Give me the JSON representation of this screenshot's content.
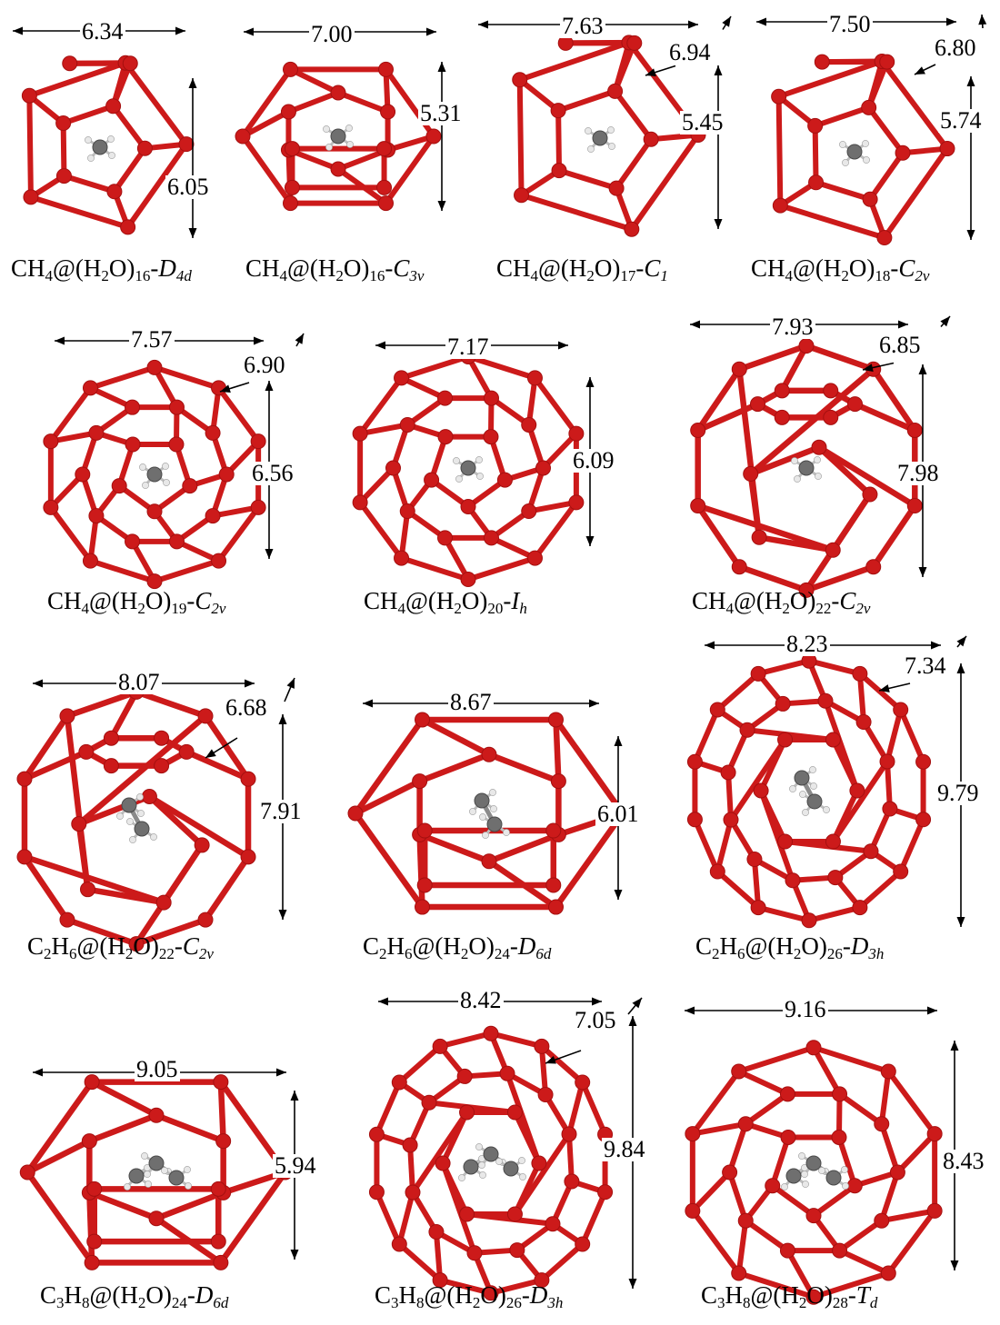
{
  "colors": {
    "cage": "#cc1a1a",
    "cage_dark": "#a50f0f",
    "carbon": "#6f6f6f",
    "hydrogen": "#e8e8e8",
    "arrow": "#000000"
  },
  "cages": [
    {
      "formula": [
        [
          "CH",
          ""
        ],
        [
          "4",
          "sub"
        ],
        [
          "@(H",
          ""
        ],
        [
          "2",
          "sub"
        ],
        [
          "O)",
          ""
        ],
        [
          "16",
          "sub"
        ],
        [
          "-",
          ""
        ],
        [
          "D",
          "i"
        ],
        [
          "4d",
          "isub"
        ]
      ],
      "width": "6.34",
      "height": "6.05",
      "depth": "",
      "guest": "CH4"
    },
    {
      "formula": [
        [
          "CH",
          ""
        ],
        [
          "4",
          "sub"
        ],
        [
          "@(H",
          ""
        ],
        [
          "2",
          "sub"
        ],
        [
          "O)",
          ""
        ],
        [
          "16",
          "sub"
        ],
        [
          "-",
          ""
        ],
        [
          "C",
          "i"
        ],
        [
          "3v",
          "isub"
        ]
      ],
      "width": "7.00",
      "height": "5.31",
      "depth": "",
      "guest": "CH4"
    },
    {
      "formula": [
        [
          "CH",
          ""
        ],
        [
          "4",
          "sub"
        ],
        [
          "@(H",
          ""
        ],
        [
          "2",
          "sub"
        ],
        [
          "O)",
          ""
        ],
        [
          "17",
          "sub"
        ],
        [
          "-",
          ""
        ],
        [
          "C",
          "i"
        ],
        [
          "1",
          "isub"
        ]
      ],
      "width": "7.63",
      "height": "5.45",
      "depth": "6.94",
      "guest": "CH4"
    },
    {
      "formula": [
        [
          "CH",
          ""
        ],
        [
          "4",
          "sub"
        ],
        [
          "@(H",
          ""
        ],
        [
          "2",
          "sub"
        ],
        [
          "O)",
          ""
        ],
        [
          "18",
          "sub"
        ],
        [
          "-",
          ""
        ],
        [
          "C",
          "i"
        ],
        [
          "2v",
          "isub"
        ]
      ],
      "width": "7.50",
      "height": "5.74",
      "depth": "6.80",
      "guest": "CH4"
    },
    {
      "formula": [
        [
          "CH",
          ""
        ],
        [
          "4",
          "sub"
        ],
        [
          "@(H",
          ""
        ],
        [
          "2",
          "sub"
        ],
        [
          "O)",
          ""
        ],
        [
          "19",
          "sub"
        ],
        [
          "-",
          ""
        ],
        [
          "C",
          "i"
        ],
        [
          "2v",
          "isub"
        ]
      ],
      "width": "7.57",
      "height": "6.56",
      "depth": "6.90",
      "guest": "CH4"
    },
    {
      "formula": [
        [
          "CH",
          ""
        ],
        [
          "4",
          "sub"
        ],
        [
          "@(H",
          ""
        ],
        [
          "2",
          "sub"
        ],
        [
          "O)",
          ""
        ],
        [
          "20",
          "sub"
        ],
        [
          "-",
          ""
        ],
        [
          "I",
          "i"
        ],
        [
          "h",
          "isub"
        ]
      ],
      "width": "7.17",
      "height": "6.09",
      "depth": "",
      "guest": "CH4"
    },
    {
      "formula": [
        [
          "CH",
          ""
        ],
        [
          "4",
          "sub"
        ],
        [
          "@(H",
          ""
        ],
        [
          "2",
          "sub"
        ],
        [
          "O)",
          ""
        ],
        [
          "22",
          "sub"
        ],
        [
          "-",
          ""
        ],
        [
          "C",
          "i"
        ],
        [
          "2v",
          "isub"
        ]
      ],
      "width": "7.93",
      "height": "7.98",
      "depth": "6.85",
      "guest": "CH4"
    },
    {
      "formula": [
        [
          "C",
          ""
        ],
        [
          "2",
          "sub"
        ],
        [
          "H",
          ""
        ],
        [
          "6",
          "sub"
        ],
        [
          "@(H",
          ""
        ],
        [
          "2",
          "sub"
        ],
        [
          "O)",
          ""
        ],
        [
          "22",
          "sub"
        ],
        [
          "-",
          ""
        ],
        [
          "C",
          "i"
        ],
        [
          "2v",
          "isub"
        ]
      ],
      "width": "8.07",
      "height": "7.91",
      "depth": "6.68",
      "guest": "C2H6"
    },
    {
      "formula": [
        [
          "C",
          ""
        ],
        [
          "2",
          "sub"
        ],
        [
          "H",
          ""
        ],
        [
          "6",
          "sub"
        ],
        [
          "@(H",
          ""
        ],
        [
          "2",
          "sub"
        ],
        [
          "O)",
          ""
        ],
        [
          "24",
          "sub"
        ],
        [
          "-",
          ""
        ],
        [
          "D",
          "i"
        ],
        [
          "6d",
          "isub"
        ]
      ],
      "width": "8.67",
      "height": "6.01",
      "depth": "",
      "guest": "C2H6"
    },
    {
      "formula": [
        [
          "C",
          ""
        ],
        [
          "2",
          "sub"
        ],
        [
          "H",
          ""
        ],
        [
          "6",
          "sub"
        ],
        [
          "@(H",
          ""
        ],
        [
          "2",
          "sub"
        ],
        [
          "O)",
          ""
        ],
        [
          "26",
          "sub"
        ],
        [
          "-",
          ""
        ],
        [
          "D",
          "i"
        ],
        [
          "3h",
          "isub"
        ]
      ],
      "width": "8.23",
      "height": "9.79",
      "depth": "7.34",
      "guest": "C2H6"
    },
    {
      "formula": [
        [
          "C",
          ""
        ],
        [
          "3",
          "sub"
        ],
        [
          "H",
          ""
        ],
        [
          "8",
          "sub"
        ],
        [
          "@(H",
          ""
        ],
        [
          "2",
          "sub"
        ],
        [
          "O)",
          ""
        ],
        [
          "24",
          "sub"
        ],
        [
          "-",
          ""
        ],
        [
          "D",
          "i"
        ],
        [
          "6d",
          "isub"
        ]
      ],
      "width": "9.05",
      "height": "5.94",
      "depth": "",
      "guest": "C3H8"
    },
    {
      "formula": [
        [
          "C",
          ""
        ],
        [
          "3",
          "sub"
        ],
        [
          "H",
          ""
        ],
        [
          "8",
          "sub"
        ],
        [
          "@(H",
          ""
        ],
        [
          "2",
          "sub"
        ],
        [
          "O)",
          ""
        ],
        [
          "26",
          "sub"
        ],
        [
          "-",
          ""
        ],
        [
          "D",
          "i"
        ],
        [
          "3h",
          "isub"
        ]
      ],
      "width": "8.42",
      "height": "9.84",
      "depth": "7.05",
      "guest": "C3H8"
    },
    {
      "formula": [
        [
          "C",
          ""
        ],
        [
          "3",
          "sub"
        ],
        [
          "H",
          ""
        ],
        [
          "8",
          "sub"
        ],
        [
          "@(H",
          ""
        ],
        [
          "2",
          "sub"
        ],
        [
          "O)",
          ""
        ],
        [
          "28",
          "sub"
        ],
        [
          "-",
          ""
        ],
        [
          "T",
          "i"
        ],
        [
          "d",
          "isub"
        ]
      ],
      "width": "9.16",
      "height": "8.43",
      "depth": "",
      "guest": "C3H8"
    }
  ]
}
